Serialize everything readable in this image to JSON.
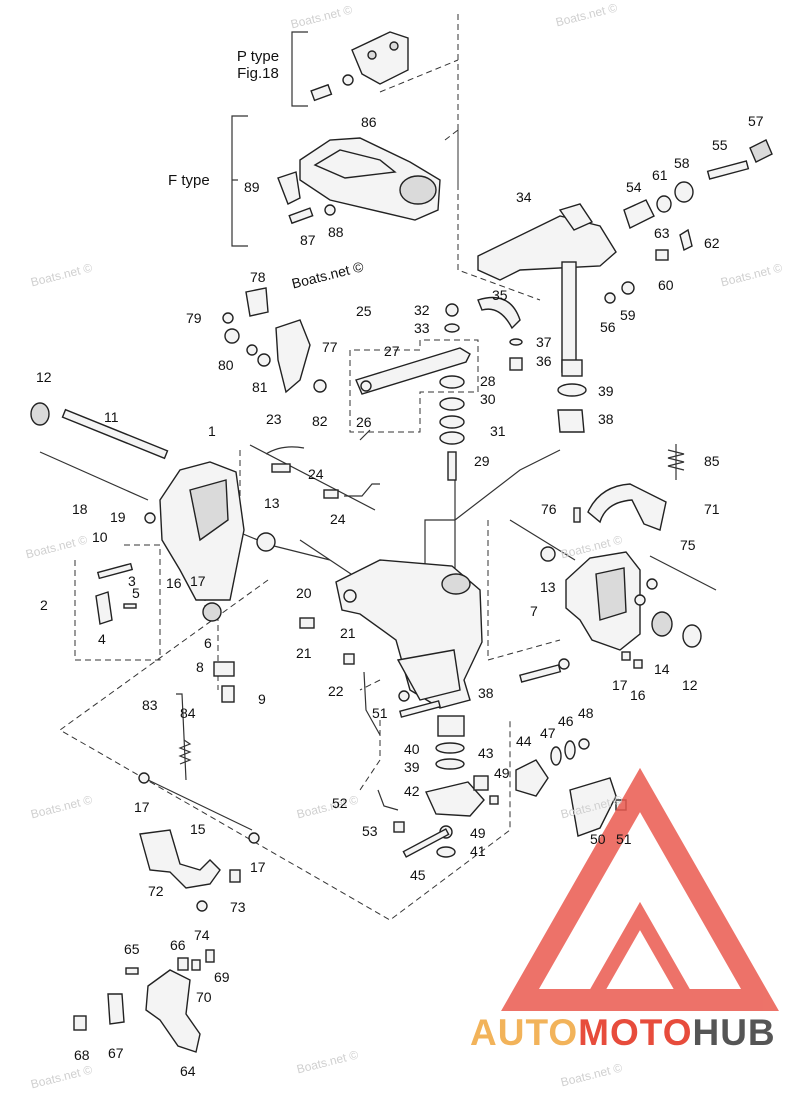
{
  "type_labels": {
    "p_type_line1": "P type",
    "p_type_line2": "Fig.18",
    "f_type": "F type"
  },
  "brand_text": "Boats.net ©",
  "watermark_text": "Boats.net ©",
  "logo": {
    "part1": "AUTO",
    "part2": "MOTO",
    "part3": "HUB",
    "colors": {
      "auto": "#f2b35a",
      "moto": "#e74c3c",
      "hub": "#555555",
      "triangle": "#ea5a4f"
    }
  },
  "part_numbers": {
    "n86": "86",
    "n89": "89",
    "n87": "87",
    "n88": "88",
    "n57": "57",
    "n55": "55",
    "n58": "58",
    "n61": "61",
    "n54": "54",
    "n34": "34",
    "n63": "63",
    "n62": "62",
    "n60": "60",
    "n56": "56",
    "n59": "59",
    "n78": "78",
    "n79": "79",
    "n80": "80",
    "n81": "81",
    "n77": "77",
    "n82": "82",
    "n25": "25",
    "n27": "27",
    "n26": "26",
    "n32": "32",
    "n33": "33",
    "n35": "35",
    "n37": "37",
    "n36": "36",
    "n28": "28",
    "n30": "30",
    "n31": "31",
    "n39a": "39",
    "n38a": "38",
    "n12a": "12",
    "n11": "11",
    "n1": "1",
    "n23": "23",
    "n24a": "24",
    "n24b": "24",
    "n29": "29",
    "n85": "85",
    "n76": "76",
    "n71": "71",
    "n18": "18",
    "n19": "19",
    "n10": "10",
    "n13a": "13",
    "n75": "75",
    "n3": "3",
    "n2": "2",
    "n5": "5",
    "n4": "4",
    "n16a": "16",
    "n17a": "17",
    "n6": "6",
    "n20": "20",
    "n13b": "13",
    "n7": "7",
    "n21a": "21",
    "n21b": "21",
    "n8": "8",
    "n9": "9",
    "n22": "22",
    "n51a": "51",
    "n38b": "38",
    "n14": "14",
    "n17b": "17",
    "n16b": "16",
    "n12b": "12",
    "n83": "83",
    "n84": "84",
    "n40": "40",
    "n39b": "39",
    "n43": "43",
    "n49a": "49",
    "n44": "44",
    "n47": "47",
    "n46": "46",
    "n48": "48",
    "n17c": "17",
    "n15": "15",
    "n52": "52",
    "n42": "42",
    "n53": "53",
    "n49b": "49",
    "n41": "41",
    "n50": "50",
    "n51b": "51",
    "n17d": "17",
    "n72": "72",
    "n73": "73",
    "n45": "45",
    "n74": "74",
    "n65": "65",
    "n66": "66",
    "n69": "69",
    "n70": "70",
    "n68": "68",
    "n67": "67",
    "n64": "64"
  }
}
